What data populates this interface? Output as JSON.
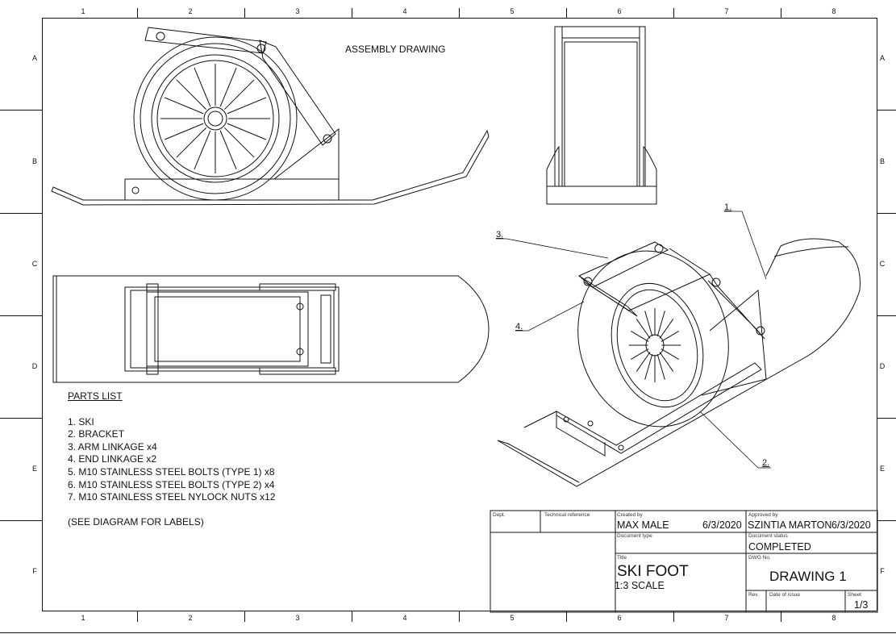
{
  "drawing_title": "ASSEMBLY DRAWING",
  "zones": {
    "columns": [
      "1",
      "2",
      "3",
      "4",
      "5",
      "6",
      "7",
      "8"
    ],
    "rows": [
      "A",
      "B",
      "C",
      "D",
      "E",
      "F"
    ]
  },
  "parts_list": {
    "header": "PARTS LIST",
    "items": [
      "1. SKI",
      "2. BRACKET",
      "3. ARM LINKAGE x4",
      "4. END LINKAGE x2",
      "5. M10 STAINLESS STEEL BOLTS (TYPE 1) x8",
      "6. M10 STAINLESS STEEL BOLTS (TYPE 2) x4",
      "7. M10 STAINLESS STEEL NYLOCK NUTS x12"
    ],
    "note": "(SEE DIAGRAM FOR LABELS)"
  },
  "callouts": [
    "1.",
    "2.",
    "3.",
    "4."
  ],
  "title_block": {
    "dept_label": "Dept.",
    "tech_ref_label": "Technical reference",
    "created_by_label": "Created by",
    "created_by": "MAX MALE",
    "created_date": "6/3/2020",
    "approved_by_label": "Approved by",
    "approved_by": "SZINTIA MARTON",
    "approved_date": "6/3/2020",
    "doc_type_label": "Document type",
    "doc_type": "",
    "doc_status_label": "Document status",
    "doc_status": "COMPLETED",
    "title_label": "Title",
    "title": "SKI FOOT",
    "scale": "1:3 SCALE",
    "dwg_no_label": "DWG No.",
    "dwg_no": "DRAWING 1",
    "rev_label": "Rev.",
    "date_issue_label": "Date of issue",
    "sheet_label": "Sheet",
    "sheet": "1/3"
  }
}
